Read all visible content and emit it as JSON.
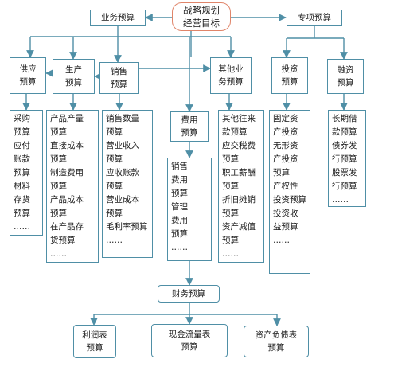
{
  "colors": {
    "line": "#4f8fa6",
    "top_border": "#e0856a",
    "box_border": "#4f8fa6"
  },
  "top": {
    "line1": "战略规划",
    "line2": "经营目标"
  },
  "business_budget": "业务预算",
  "special_budget": "专项预算",
  "supply": {
    "line1": "供应",
    "line2": "预算"
  },
  "production": {
    "line1": "生产",
    "line2": "预算"
  },
  "sales": {
    "line1": "销售",
    "line2": "预算"
  },
  "other_business": {
    "line1": "其他业",
    "line2": "务预算"
  },
  "investment": {
    "line1": "投资",
    "line2": "预算"
  },
  "financing": {
    "line1": "融资",
    "line2": "预算"
  },
  "expense": {
    "line1": "费用",
    "line2": "预算"
  },
  "supply_items": [
    "采购",
    "预算",
    "应付",
    "账款",
    "预算",
    "材料",
    "存货",
    "预算",
    "……"
  ],
  "production_items": [
    "产品产量",
    "预算",
    "直接成本",
    "预算",
    "制造费用",
    "预算",
    "产品成本",
    "预算",
    "在产品存",
    "货预算",
    "……"
  ],
  "sales_items": [
    "销售数量",
    "预算",
    "营业收入",
    "预算",
    "应收账款",
    "预算",
    "营业成本",
    "预算",
    "毛利率预算",
    "……"
  ],
  "expense_items": [
    "销售",
    "费用",
    "预算",
    "管理",
    "费用",
    "预算",
    "……"
  ],
  "other_items": [
    "其他往来",
    "款预算",
    "应交税费",
    "预算",
    "职工薪酬",
    "预算",
    "折旧摊销",
    "预算",
    "资产减值",
    "预算",
    "……"
  ],
  "investment_items": [
    "固定资",
    "产投资",
    "无形资",
    "产投资",
    "预算",
    "产权性",
    "投资预算",
    "投资收",
    "益预算",
    "……"
  ],
  "financing_items": [
    "长期借",
    "款预算",
    "债券发",
    "行预算",
    "股票发",
    "行预算",
    "……"
  ],
  "financial_budget": "财务预算",
  "profit": {
    "line1": "利润表",
    "line2": "预算"
  },
  "cashflow": {
    "line1": "现金流量表",
    "line2": "预算"
  },
  "balance": {
    "line1": "资产负债表",
    "line2": "预算"
  }
}
